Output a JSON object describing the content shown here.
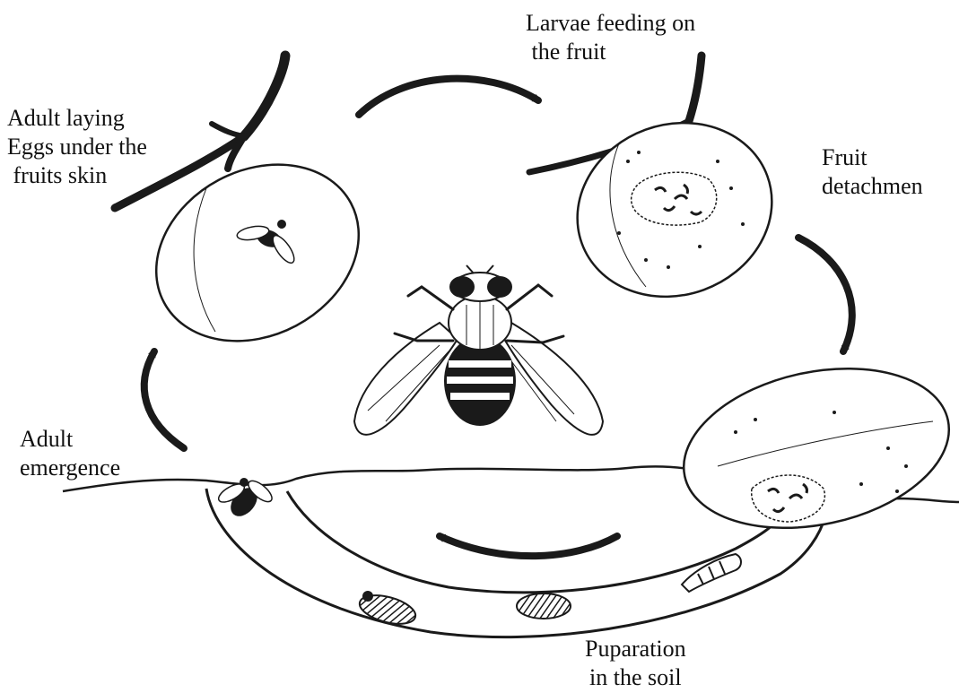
{
  "labels": {
    "adult_laying": [
      "Adult laying",
      "Eggs under the",
      " fruits skin"
    ],
    "larvae_feeding": [
      "Larvae feeding on",
      " the fruit"
    ],
    "fruit_detachment": [
      "Fruit",
      "detachmen"
    ],
    "adult_emergence": [
      "Adult",
      "emergence"
    ],
    "pupation": [
      "Puparation",
      "in the soil"
    ]
  },
  "colors": {
    "ink": "#1a1a1a",
    "background": "#ffffff"
  }
}
